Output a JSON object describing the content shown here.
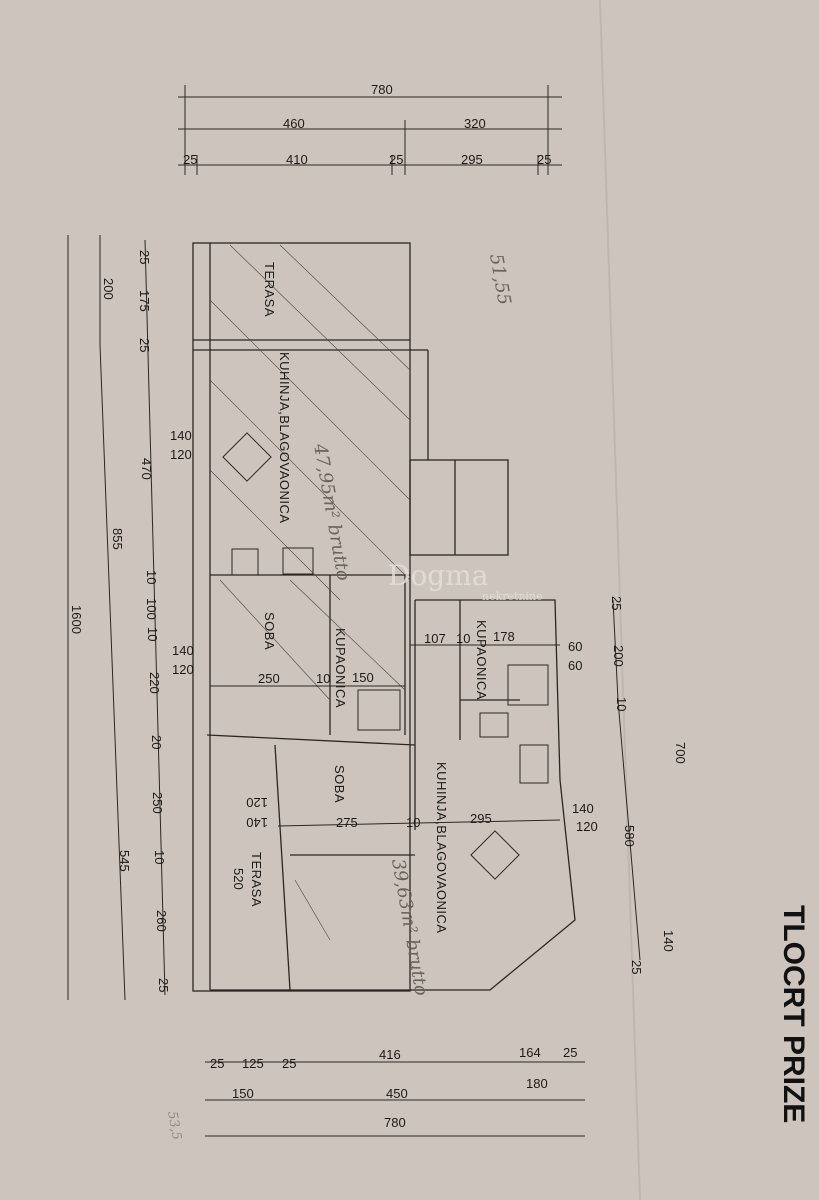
{
  "title": "TLOCRT PRIZE",
  "watermark": {
    "brand": "Dogma",
    "sub": "nekretnine"
  },
  "dimensions": {
    "top": {
      "total": "780",
      "mid": [
        "460",
        "320"
      ],
      "detail": [
        "25",
        "410",
        "25",
        "295",
        "25"
      ]
    },
    "bottom": {
      "detail": [
        "25",
        "125",
        "25",
        "416",
        "164",
        "25"
      ],
      "mid": [
        "150",
        "450",
        "180"
      ],
      "total": "780"
    },
    "left": {
      "detail": [
        "25",
        "175",
        "25",
        "470",
        "10",
        "100",
        "10",
        "220",
        "20",
        "250",
        "10",
        "260",
        "25"
      ],
      "mid": [
        "200",
        "855",
        "545"
      ],
      "total": "1600"
    },
    "right": {
      "detail": [
        "25",
        "200",
        "10",
        "580",
        "140",
        "25"
      ],
      "total": "700"
    },
    "windows": [
      {
        "w": "140",
        "h": "120"
      },
      {
        "w": "140",
        "h": "120"
      },
      {
        "w": "140",
        "h": "120"
      },
      {
        "w": "60",
        "h": "60"
      },
      {
        "w": "140",
        "h": "120"
      }
    ],
    "inner": [
      "107",
      "10",
      "178",
      "250",
      "10",
      "150",
      "275",
      "10",
      "295",
      "520"
    ]
  },
  "rooms": [
    "TERASA",
    "KUHINJA,BLAGOVAONICA",
    "SOBA",
    "KUPAONICA",
    "KUPAONICA",
    "SOBA",
    "KUHINJA,BLAGOVAONICA",
    "TERASA"
  ],
  "handwritten": [
    "51,55",
    "47,95m² brutto",
    "39,63m² brutto",
    "53,5"
  ]
}
